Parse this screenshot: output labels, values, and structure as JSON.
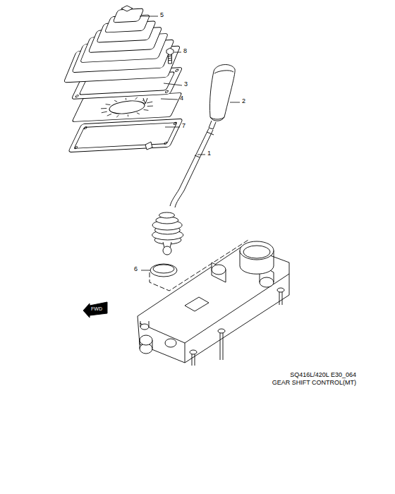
{
  "diagram": {
    "labels": [
      "5",
      "8",
      "3",
      "4",
      "7",
      "2",
      "1",
      "6",
      "FWD",
      "SQ416L/420L E30_064",
      "GEAR SHIFT CONTROL(MT)"
    ]
  }
}
